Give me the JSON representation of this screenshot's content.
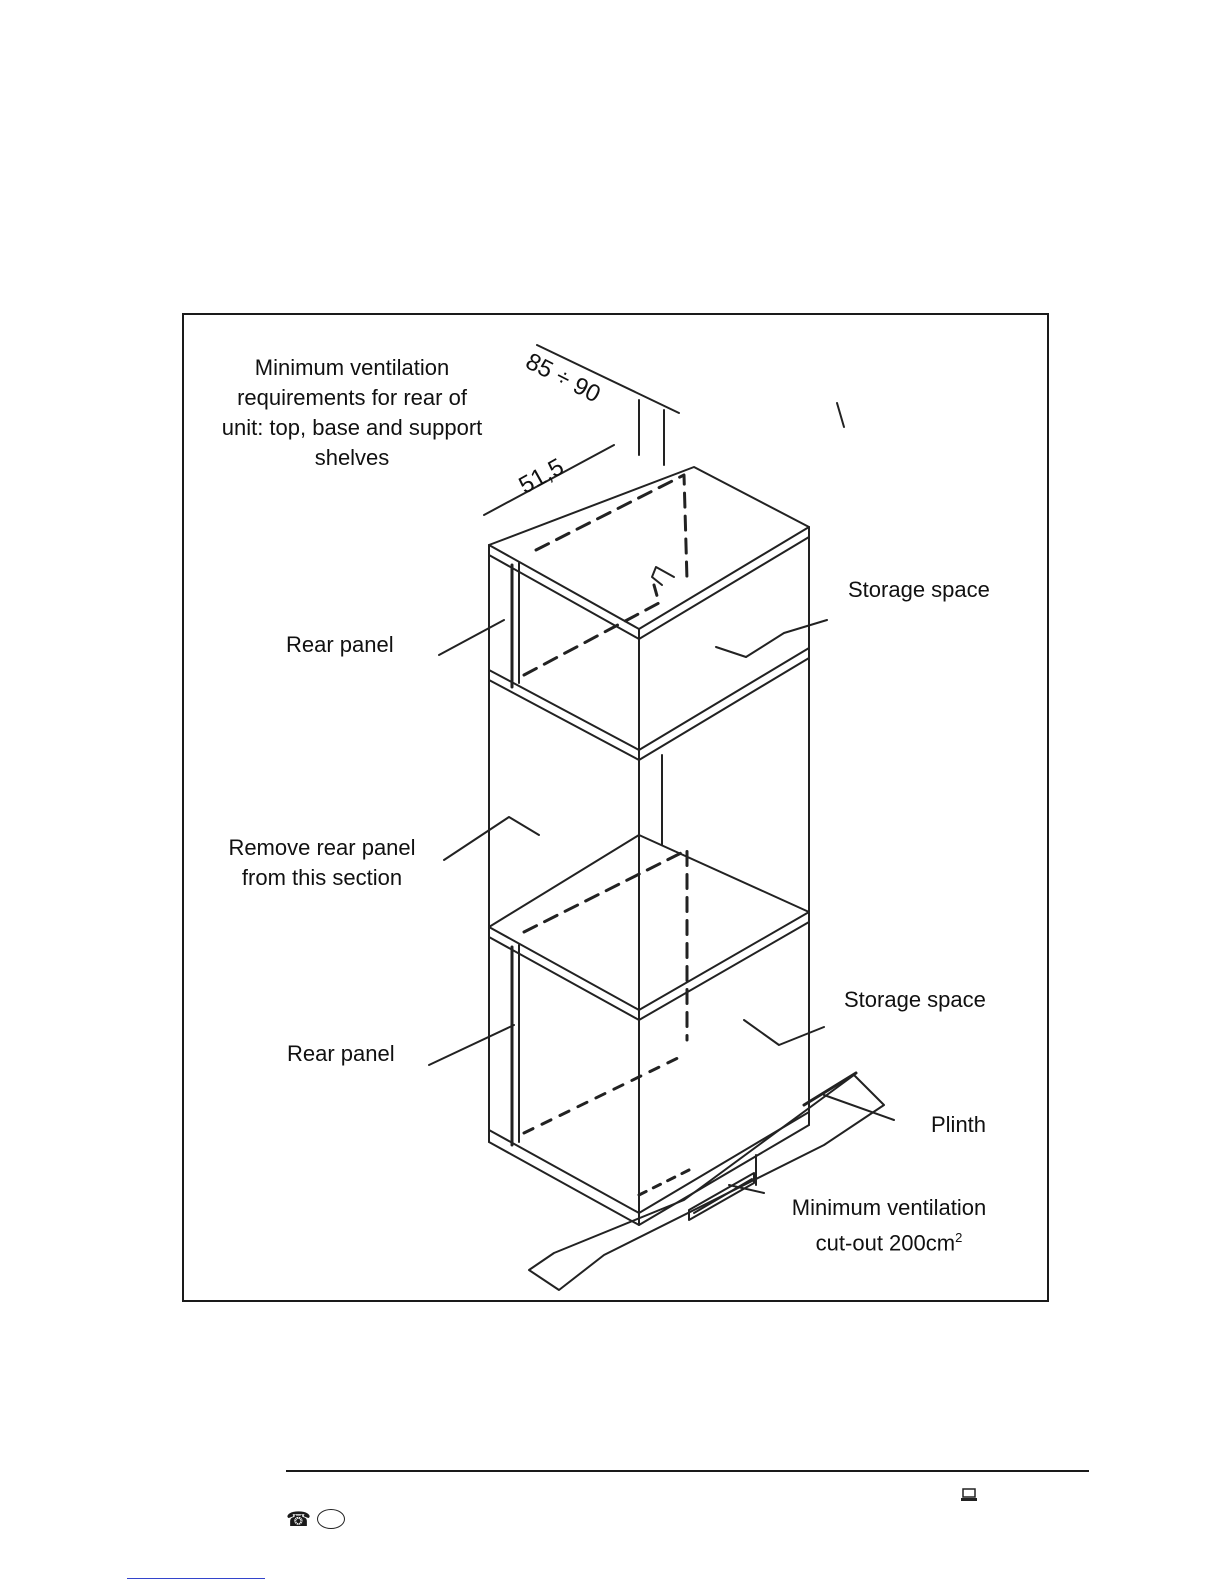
{
  "figure": {
    "dimensions": {
      "depth": "85 ÷ 90",
      "width": "51,5"
    },
    "labels": {
      "ventilation_rear": [
        "Minimum ventilation",
        "requirements for rear of",
        "unit: top, base and support",
        "shelves"
      ],
      "storage_top": "Storage space",
      "rear_panel_top": "Rear panel",
      "remove_rear_panel": [
        "Remove rear panel",
        "from this section"
      ],
      "storage_bottom": "Storage space",
      "rear_panel_bottom": "Rear panel",
      "plinth": "Plinth",
      "ventilation_cutout_line1": "Minimum ventilation",
      "ventilation_cutout_line2": "cut-out 200cm",
      "ventilation_cutout_sup": "2"
    }
  },
  "footer": {
    "phone_icon": "phone-icon",
    "laptop_icon": "laptop-icon"
  }
}
